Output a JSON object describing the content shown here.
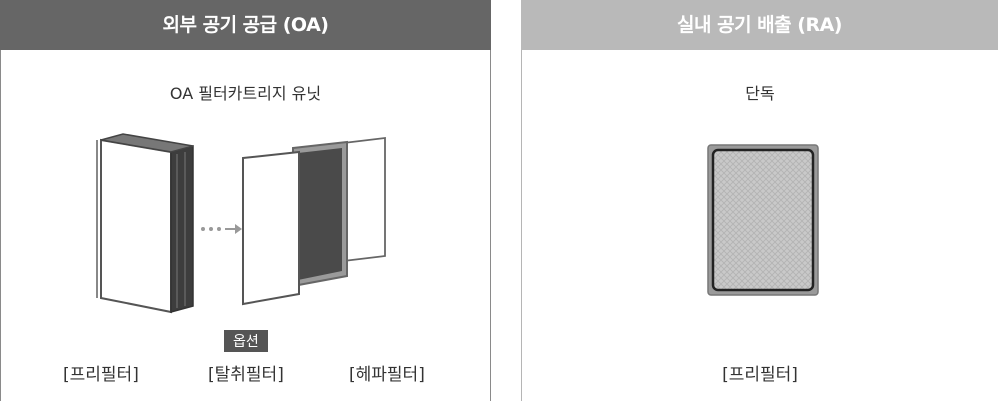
{
  "left": {
    "header": "외부 공기 공급 (OA)",
    "subtitle": "OA 필터카트리지 유닛",
    "option_badge": "옵션",
    "labels": [
      "[프리필터]",
      "[탈취필터]",
      "[헤파필터]"
    ]
  },
  "right": {
    "header": "실내 공기 배출 (RA)",
    "subtitle": "단독",
    "label": "[프리필터]"
  },
  "colors": {
    "left_header_bg": "#666666",
    "right_header_bg": "#b9b9b9",
    "badge_bg": "#555555"
  },
  "icons": {
    "cartridge": "filter-cartridge-unit-icon",
    "arrow": "dotted-arrow-icon",
    "pre_filter": "pre-filter-icon",
    "deodorizing_filter": "deodorizing-filter-icon",
    "hepa_filter": "hepa-filter-icon",
    "single_pre_filter": "single-pre-filter-icon"
  }
}
